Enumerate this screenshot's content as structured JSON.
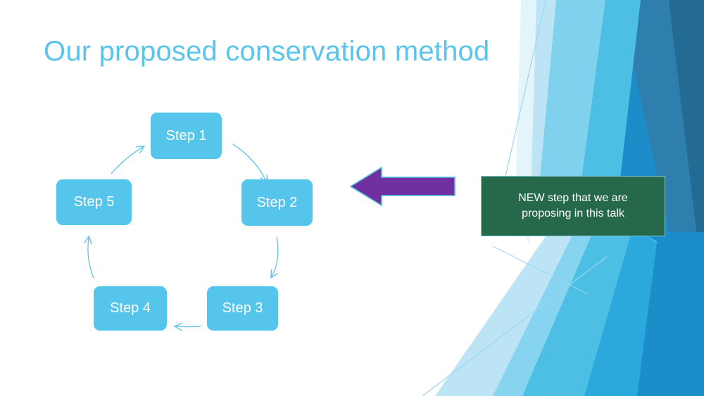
{
  "slide": {
    "title": "Our proposed conservation method",
    "background_color": "#ffffff",
    "title_color": "#5BC4EB"
  },
  "cycle_diagram": {
    "name": "five-step-cycle",
    "box_color": "#55C5EC",
    "box_text_color": "#ffffff",
    "arrow_color": "#6CC6E8",
    "steps": [
      {
        "id": "step-1",
        "label": "Step 1"
      },
      {
        "id": "step-2",
        "label": "Step 2"
      },
      {
        "id": "step-3",
        "label": "Step 3"
      },
      {
        "id": "step-4",
        "label": "Step 4"
      },
      {
        "id": "step-5",
        "label": "Step 5"
      }
    ],
    "arrows": [
      {
        "from": "Step 1",
        "to": "Step 2",
        "direction": "down-right"
      },
      {
        "from": "Step 2",
        "to": "Step 3",
        "direction": "down"
      },
      {
        "from": "Step 3",
        "to": "Step 4",
        "direction": "left"
      },
      {
        "from": "Step 4",
        "to": "Step 5",
        "direction": "up"
      },
      {
        "from": "Step 5",
        "to": "Step 1",
        "direction": "up-right"
      }
    ]
  },
  "callout": {
    "pointer_label": "left-pointing-block-arrow",
    "pointer_color": "#7030A0",
    "pointer_outline_color": "#4FC3E0",
    "box_color": "#25694A",
    "box_border_color": "#7FCBE0",
    "text_color": "#ffffff",
    "text_line_1": "NEW step that we are",
    "text_line_2": "proposing in this talk",
    "text": "NEW step that we are proposing in this talk"
  },
  "decoration": {
    "name": "angled-banner-graphic",
    "colors": {
      "pale_ice": "#E4F4FB",
      "light_sky": "#BDE4F5",
      "sky": "#7FD1EE",
      "cyan": "#4DBFE4",
      "azure": "#2BA8DC",
      "ocean": "#1B8EC9",
      "steel": "#2E7FAE",
      "deep_teal": "#236B92",
      "hairline": "#9BD7EE"
    }
  }
}
